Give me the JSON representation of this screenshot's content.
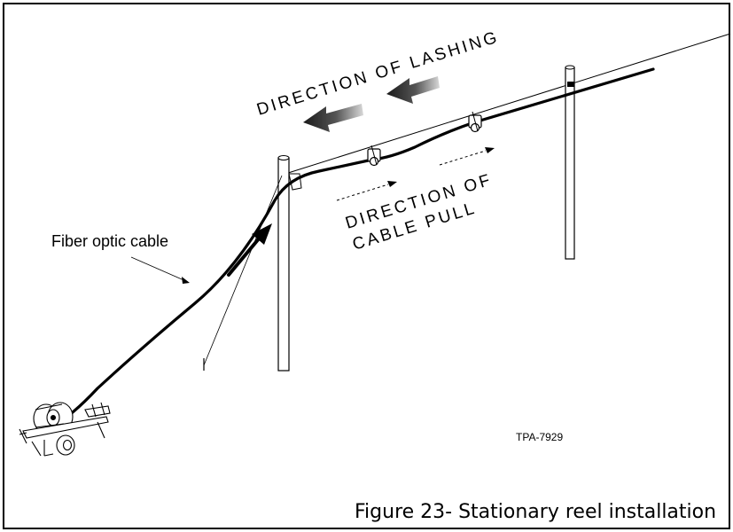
{
  "figure": {
    "caption": "Figure 23- Stationary reel installation",
    "reference_id": "TPA-7929",
    "labels": {
      "cable": "Fiber optic cable",
      "lashing": "DIRECTION OF LASHING",
      "pull_line1": "DIRECTION OF",
      "pull_line2": "CABLE PULL"
    }
  },
  "colors": {
    "ink": "#000000",
    "lashing_arrow_dark": "#1a1a1a",
    "lashing_arrow_light": "#d8d8d8",
    "background": "#ffffff"
  },
  "icons": [
    "reel-trailer-icon",
    "utility-pole-icon",
    "cable-lasher-icon",
    "pulling-arrow-icon"
  ]
}
